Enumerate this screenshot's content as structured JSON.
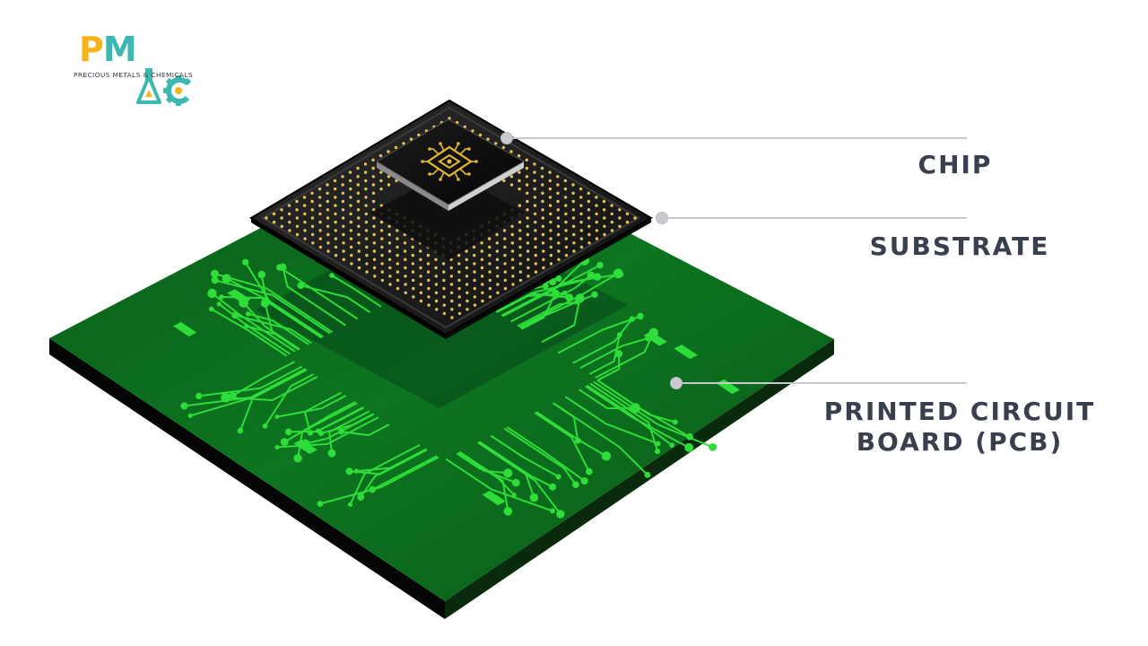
{
  "brand": {
    "letters": [
      "P",
      "M",
      "A",
      "C"
    ],
    "tagline": "PRECIOUS METALS & CHEMICALS",
    "colors": {
      "primary": "#3cb8b0",
      "accent": "#f4b41a"
    },
    "icons": [
      "flask-icon",
      "gear-icon"
    ]
  },
  "diagram": {
    "layers": [
      {
        "id": "chip",
        "label": "CHIP"
      },
      {
        "id": "substrate",
        "label": "SUBSTRATE"
      },
      {
        "id": "pcb",
        "label_lines": [
          "PRINTED CIRCUIT",
          "BOARD (PCB)"
        ]
      }
    ],
    "colors": {
      "pcb": "#0c6a1c",
      "trace": "#2edc3a",
      "substrate": "#1a1a1a",
      "pad": "#e6c25a",
      "chip_icon": "#e4b830",
      "label": "#3a3f4d",
      "leader": "#c8cacf"
    },
    "icons": [
      "cpu-icon"
    ]
  }
}
